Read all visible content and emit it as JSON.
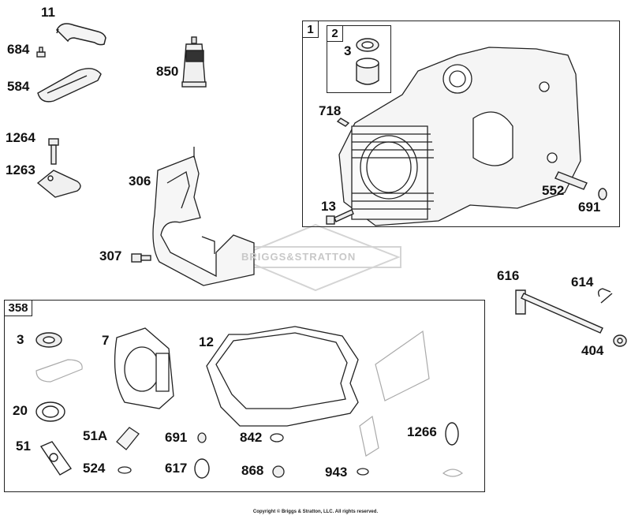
{
  "diagram": {
    "watermark": "BRIGGS&STRATTON",
    "copyright": "Copyright © Briggs & Stratton, LLC. All rights reserved.",
    "group_boxes": {
      "cylinder": {
        "main": "1",
        "inner": "2"
      },
      "gasket_set": "358"
    },
    "callouts": {
      "c11": "11",
      "c684": "684",
      "c584": "584",
      "c850": "850",
      "c1264": "1264",
      "c1263": "1263",
      "c306": "306",
      "c307": "307",
      "c3top": "3",
      "c718": "718",
      "c13": "13",
      "c552": "552",
      "c691top": "691",
      "c616": "616",
      "c614": "614",
      "c404": "404",
      "c3": "3",
      "c7": "7",
      "c12": "12",
      "c20": "20",
      "c51": "51",
      "c51a": "51A",
      "c524": "524",
      "c691": "691",
      "c617": "617",
      "c842": "842",
      "c868": "868",
      "c943": "943",
      "c1266": "1266"
    }
  }
}
